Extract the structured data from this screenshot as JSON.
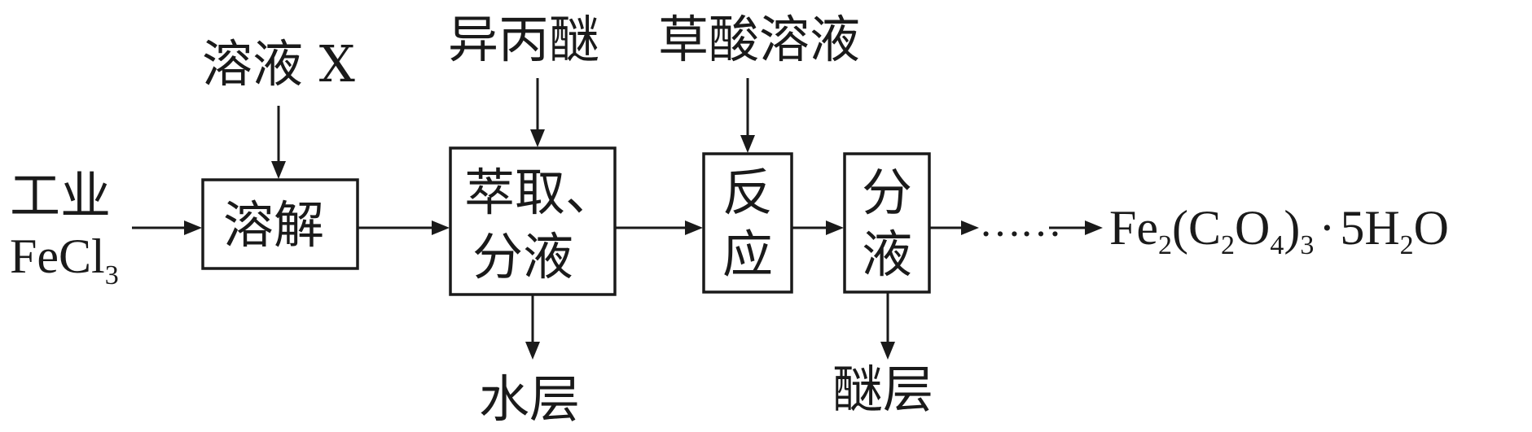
{
  "diagram": {
    "inputs": {
      "raw_material_line1": "工业",
      "raw_material_line2_main": "FeCl",
      "raw_material_line2_sub": "3",
      "solution_x": "溶液 X",
      "isopropyl_ether": "异丙醚",
      "oxalic_acid_solution": "草酸溶液"
    },
    "steps": {
      "dissolve": "溶解",
      "extract_line1": "萃取、",
      "extract_line2": "分液",
      "react_line1": "反",
      "react_line2": "应",
      "separate_line1": "分",
      "separate_line2": "液"
    },
    "outputs": {
      "water_layer": "水层",
      "ether_layer": "醚层",
      "ellipsis": "……",
      "product": {
        "fe": "Fe",
        "sub_2a": "2",
        "open_c": "(C",
        "sub_2b": "2",
        "o": "O",
        "sub_4": "4",
        "close": ")",
        "sub_3": "3",
        "dot": "·",
        "five_h": "5H",
        "sub_2c": "2",
        "final_o": "O"
      }
    },
    "colors": {
      "ink": "#1a1a1a",
      "background": "#ffffff"
    }
  }
}
